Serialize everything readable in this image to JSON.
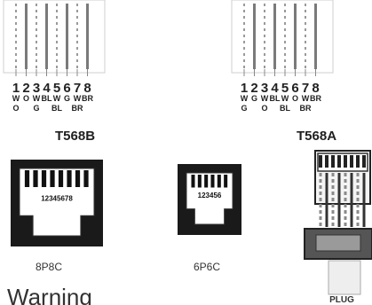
{
  "panels": [
    {
      "standard": "T568B",
      "pins": [
        {
          "num": "1",
          "code": [
            "W",
            "O"
          ]
        },
        {
          "num": "2",
          "code": [
            "O"
          ]
        },
        {
          "num": "3",
          "code": [
            "W",
            "G"
          ]
        },
        {
          "num": "4",
          "code": [
            "BL"
          ]
        },
        {
          "num": "5",
          "code": [
            "W",
            "BL"
          ]
        },
        {
          "num": "6",
          "code": [
            "G"
          ]
        },
        {
          "num": "7",
          "code": [
            "W",
            "BR"
          ]
        },
        {
          "num": "8",
          "code": [
            "BR"
          ]
        }
      ],
      "wire_styles": [
        "white-stripe",
        "solid",
        "white-stripe",
        "solid",
        "white-stripe",
        "solid",
        "white-stripe",
        "solid"
      ]
    },
    {
      "standard": "T568A",
      "pins": [
        {
          "num": "1",
          "code": [
            "W",
            "G"
          ]
        },
        {
          "num": "2",
          "code": [
            "G"
          ]
        },
        {
          "num": "3",
          "code": [
            "W",
            "O"
          ]
        },
        {
          "num": "4",
          "code": [
            "BL"
          ]
        },
        {
          "num": "5",
          "code": [
            "W",
            "BL"
          ]
        },
        {
          "num": "6",
          "code": [
            "O"
          ]
        },
        {
          "num": "7",
          "code": [
            "W",
            "BR"
          ]
        },
        {
          "num": "8",
          "code": [
            "BR"
          ]
        }
      ],
      "wire_styles": [
        "white-stripe",
        "solid",
        "white-stripe",
        "solid",
        "white-stripe",
        "solid",
        "white-stripe",
        "solid"
      ]
    }
  ],
  "connectors": [
    {
      "label": "8P8C",
      "pin_numbers": "12345678",
      "slots": 8
    },
    {
      "label": "6P6C",
      "pin_numbers": "123456",
      "slots": 6
    }
  ],
  "plug": {
    "label": "PLUG"
  },
  "warning": "Warning",
  "colors": {
    "ink": "#1f1f1f",
    "wire_gray": "#7a7a7a",
    "stripe": "#9a9a9a",
    "jack_fill": "#1a1a1a"
  }
}
